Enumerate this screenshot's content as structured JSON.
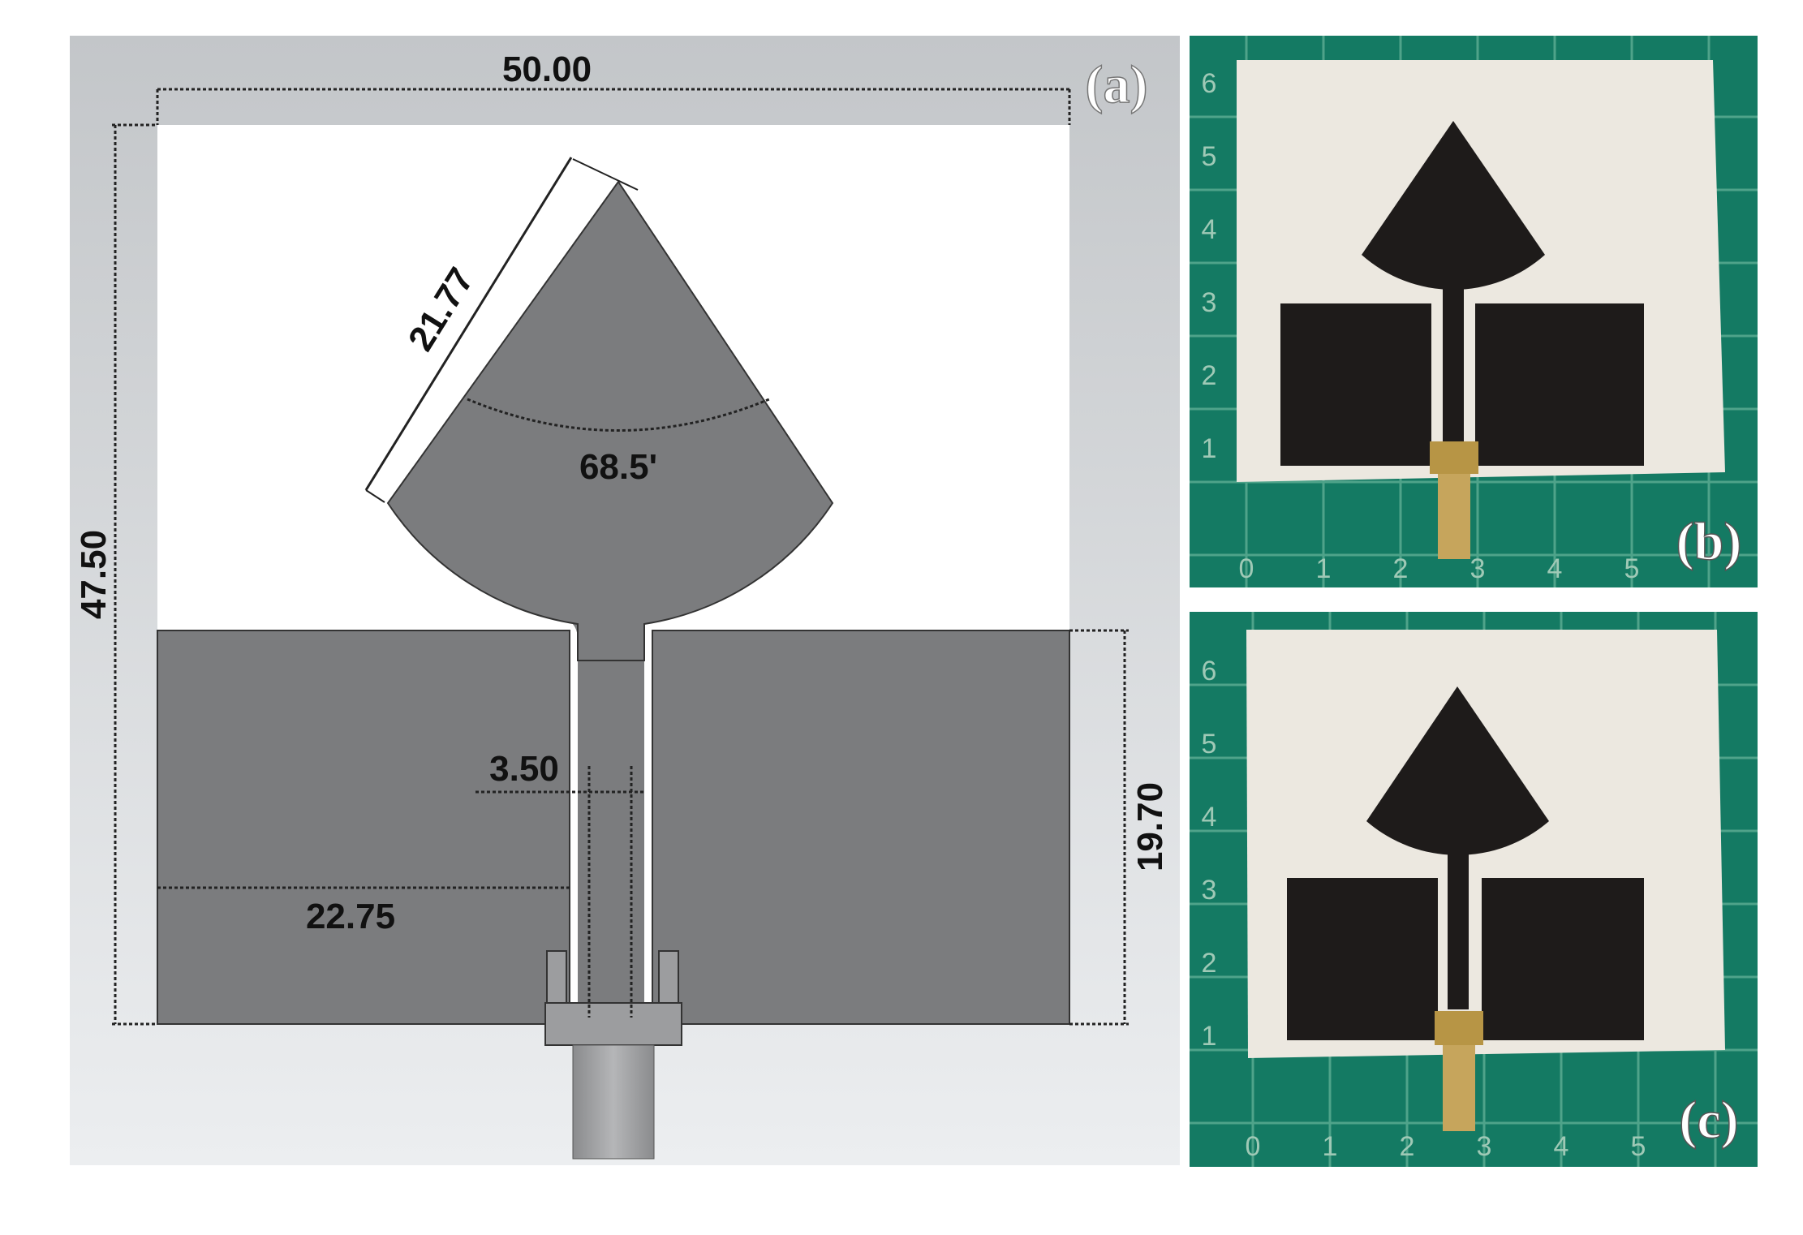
{
  "panel_a": {
    "label": "(a)",
    "dimensions": {
      "width": "50.00",
      "height": "47.50",
      "sector_radius": "21.77",
      "sector_angle": "68.5'",
      "feed_gap": "3.50",
      "ground_width": "22.75",
      "ground_height": "19.70"
    }
  },
  "panel_b": {
    "label": "(b)",
    "ruler_numbers": [
      "0",
      "1",
      "2",
      "3",
      "4",
      "5",
      "1",
      "2",
      "3",
      "4",
      "5",
      "6"
    ]
  },
  "panel_c": {
    "label": "(c)",
    "ruler_numbers": [
      "0",
      "1",
      "2",
      "3",
      "4",
      "5",
      "1",
      "2",
      "3",
      "4",
      "5",
      "6"
    ]
  },
  "colors": {
    "cad_background": "#c9cccf",
    "substrate": "#ffffff",
    "metal": "#7b7c7e",
    "cutting_mat": "#147a63",
    "fabric": "#ece8e0",
    "conductive_ink": "#1e1b1a",
    "connector": "#b79545"
  }
}
